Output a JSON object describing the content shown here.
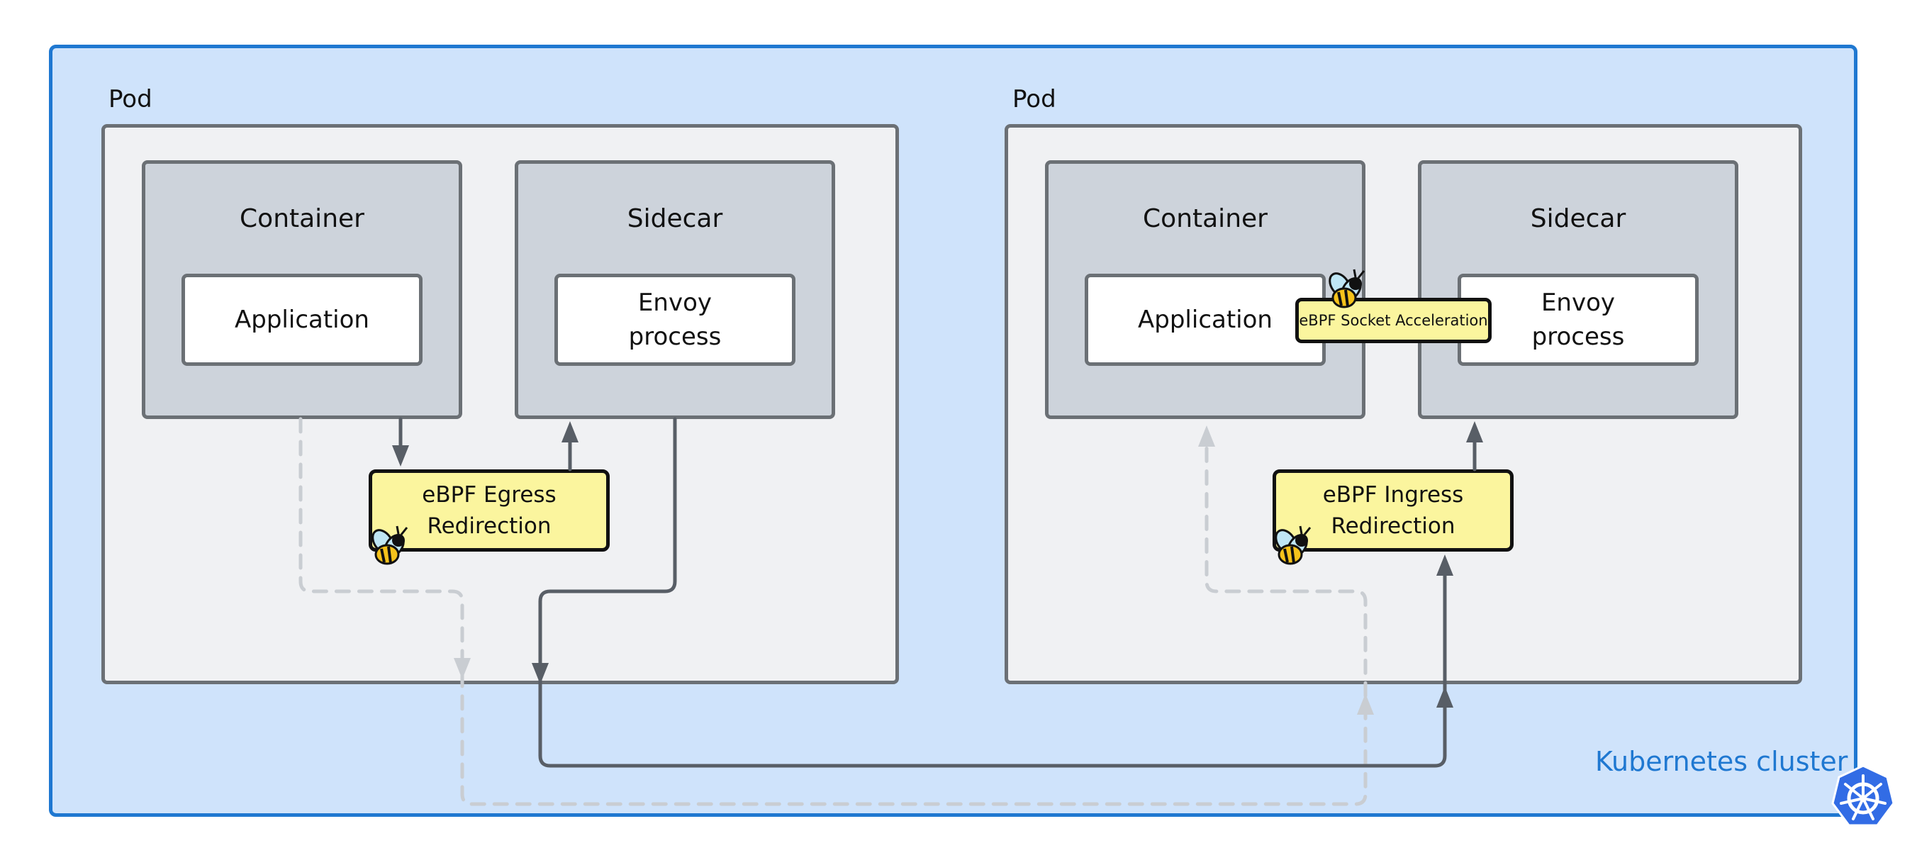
{
  "cluster": {
    "label": "Kubernetes cluster"
  },
  "left_pod": {
    "label": "Pod",
    "container": {
      "title": "Container",
      "process": "Application"
    },
    "sidecar": {
      "title": "Sidecar",
      "process": "Envoy\nprocess"
    },
    "ebpf": {
      "label": "eBPF Egress\nRedirection"
    }
  },
  "right_pod": {
    "label": "Pod",
    "container": {
      "title": "Container",
      "process": "Application"
    },
    "sidecar": {
      "title": "Sidecar",
      "process": "Envoy\nprocess"
    },
    "ebpf": {
      "label": "eBPF Ingress\nRedirection"
    },
    "socket_accel": {
      "label": "eBPF Socket Acceleration"
    }
  },
  "colors": {
    "cluster_border": "#1f78d1",
    "cluster_fill": "#cfe3fb",
    "ebpf_fill": "#fbf59e",
    "active_path": "#585e66",
    "inactive_path": "#c9cdd2"
  },
  "icons": {
    "ebpf": "bee-icon",
    "kubernetes": "kubernetes-helm-icon"
  }
}
